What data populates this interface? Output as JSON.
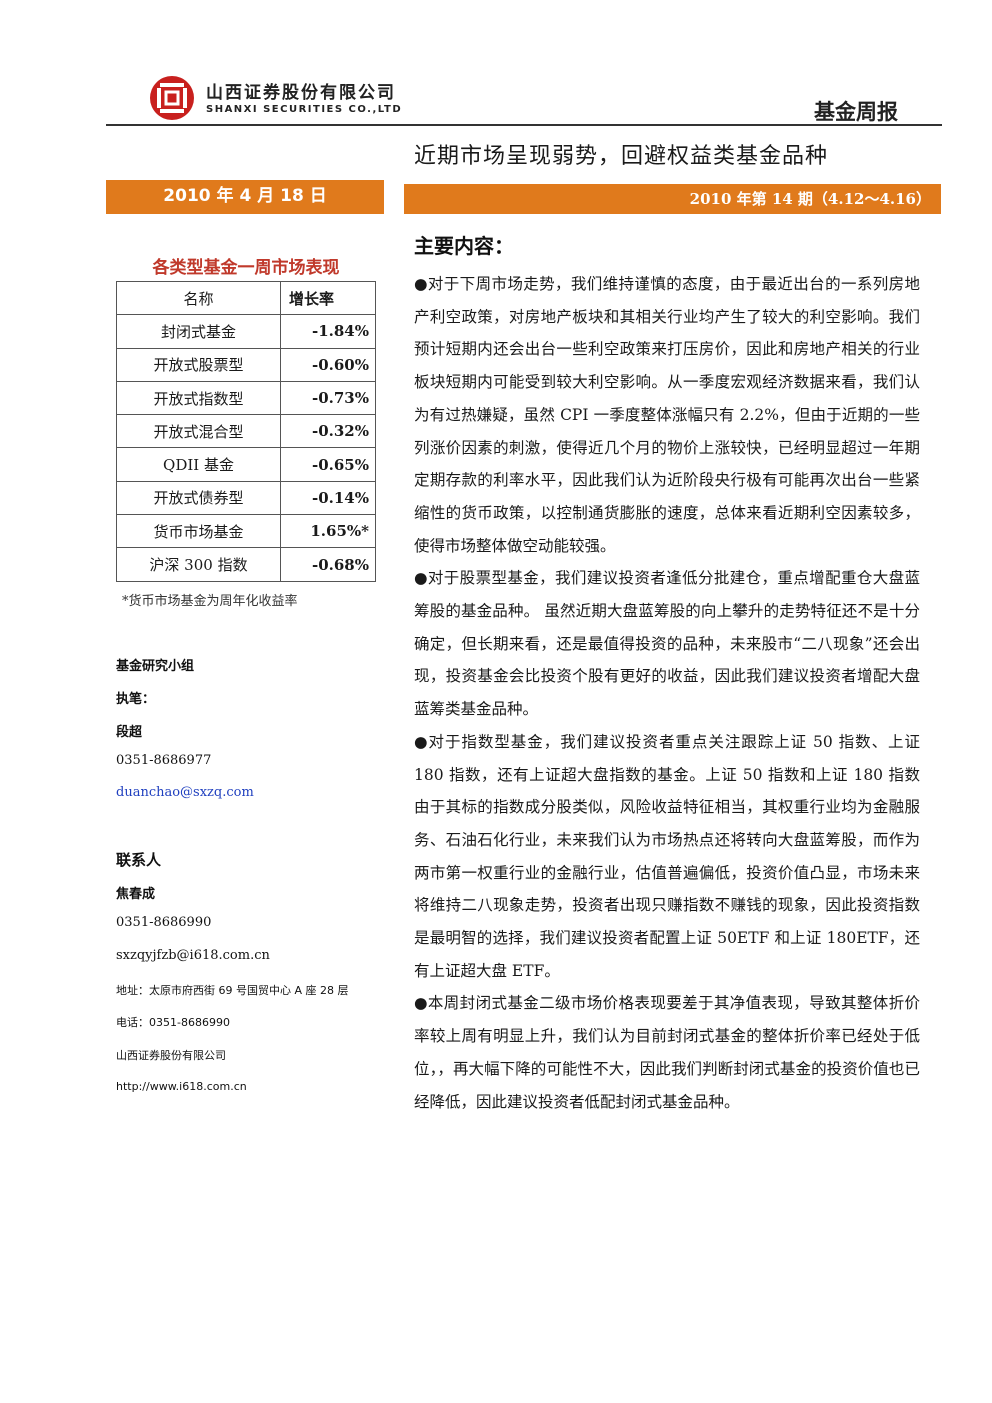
{
  "header": {
    "company_cn": "山西证券股份有限公司",
    "company_en": "SHANXI SECURITIES CO.,LTD",
    "report_type": "基金周报",
    "logo_icon": "shanxi-securities-logo-icon",
    "brand_red": "#c8201e",
    "accent_orange": "#e07a1c"
  },
  "title": "近期市场呈现弱势，回避权益类基金品种",
  "date_bar": "2010 年 4 月 18 日",
  "issue_bar": "2010 年第 14 期（4.12～4.16）",
  "table": {
    "caption": "各类型基金一周市场表现",
    "headers": [
      "名称",
      "增长率"
    ],
    "rows": [
      {
        "name": "封闭式基金",
        "value": "-1.84%"
      },
      {
        "name": "开放式股票型",
        "value": "-0.60%"
      },
      {
        "name": "开放式指数型",
        "value": "-0.73%"
      },
      {
        "name": "开放式混合型",
        "value": "-0.32%"
      },
      {
        "name": "QDII 基金",
        "value": "-0.65%"
      },
      {
        "name": "开放式债券型",
        "value": "-0.14%"
      },
      {
        "name": "货币市场基金",
        "value": "1.65%*"
      },
      {
        "name": "沪深 300 指数",
        "value": "-0.68%"
      }
    ],
    "footnote": "*货币市场基金为周年化收益率"
  },
  "sidebar": {
    "group": "基金研究小组",
    "author_label": "执笔：",
    "author": "段超",
    "author_phone": "0351-8686977",
    "author_email": "duanchao@sxzq.com",
    "contact_heading": "联系人",
    "contact_name": "焦春成",
    "contact_phone": "0351-8686990",
    "contact_email": "sxzqyjfzb@i618.com.cn",
    "address": "地址：太原市府西街 69 号国贸中心 A 座 28 层",
    "tel": "电话：0351-8686990",
    "company": "山西证券股份有限公司",
    "website": "http://www.i618.com.cn"
  },
  "main": {
    "heading": "主要内容：",
    "paragraphs": [
      "●对于下周市场走势，我们维持谨慎的态度，由于最近出台的一系列房地产利空政策，对房地产板块和其相关行业均产生了较大的利空影响。我们预计短期内还会出台一些利空政策来打压房价，因此和房地产相关的行业板块短期内可能受到较大利空影响。从一季度宏观经济数据来看，我们认为有过热嫌疑，虽然 CPI 一季度整体涨幅只有 2.2%，但由于近期的一些列涨价因素的刺激，使得近几个月的物价上涨较快，已经明显超过一年期定期存款的利率水平，因此我们认为近阶段央行极有可能再次出台一些紧缩性的货币政策，以控制通货膨胀的速度，总体来看近期利空因素较多，使得市场整体做空动能较强。",
      "●对于股票型基金，我们建议投资者逢低分批建仓，重点增配重仓大盘蓝筹股的基金品种。 虽然近期大盘蓝筹股的向上攀升的走势特征还不是十分确定，但长期来看，还是最值得投资的品种，未来股市“二八现象”还会出现，投资基金会比投资个股有更好的收益，因此我们建议投资者增配大盘蓝筹类基金品种。",
      "●对于指数型基金，我们建议投资者重点关注跟踪上证 50 指数、上证 180 指数，还有上证超大盘指数的基金。上证 50 指数和上证 180 指数由于其标的指数成分股类似，风险收益特征相当，其权重行业均为金融服务、石油石化行业，未来我们认为市场热点还将转向大盘蓝筹股，而作为两市第一权重行业的金融行业，估值普遍偏低，投资价值凸显，市场未来将维持二八现象走势，投资者出现只赚指数不赚钱的现象，因此投资指数是最明智的选择，我们建议投资者配置上证 50ETF 和上证 180ETF，还有上证超大盘 ETF。",
      "●本周封闭式基金二级市场价格表现要差于其净值表现，导致其整体折价率较上周有明显上升，我们认为目前封闭式基金的整体折价率已经处于低位，，再大幅下降的可能性不大，因此我们判断封闭式基金的投资价值也已经降低，因此建议投资者低配封闭式基金品种。"
    ]
  }
}
